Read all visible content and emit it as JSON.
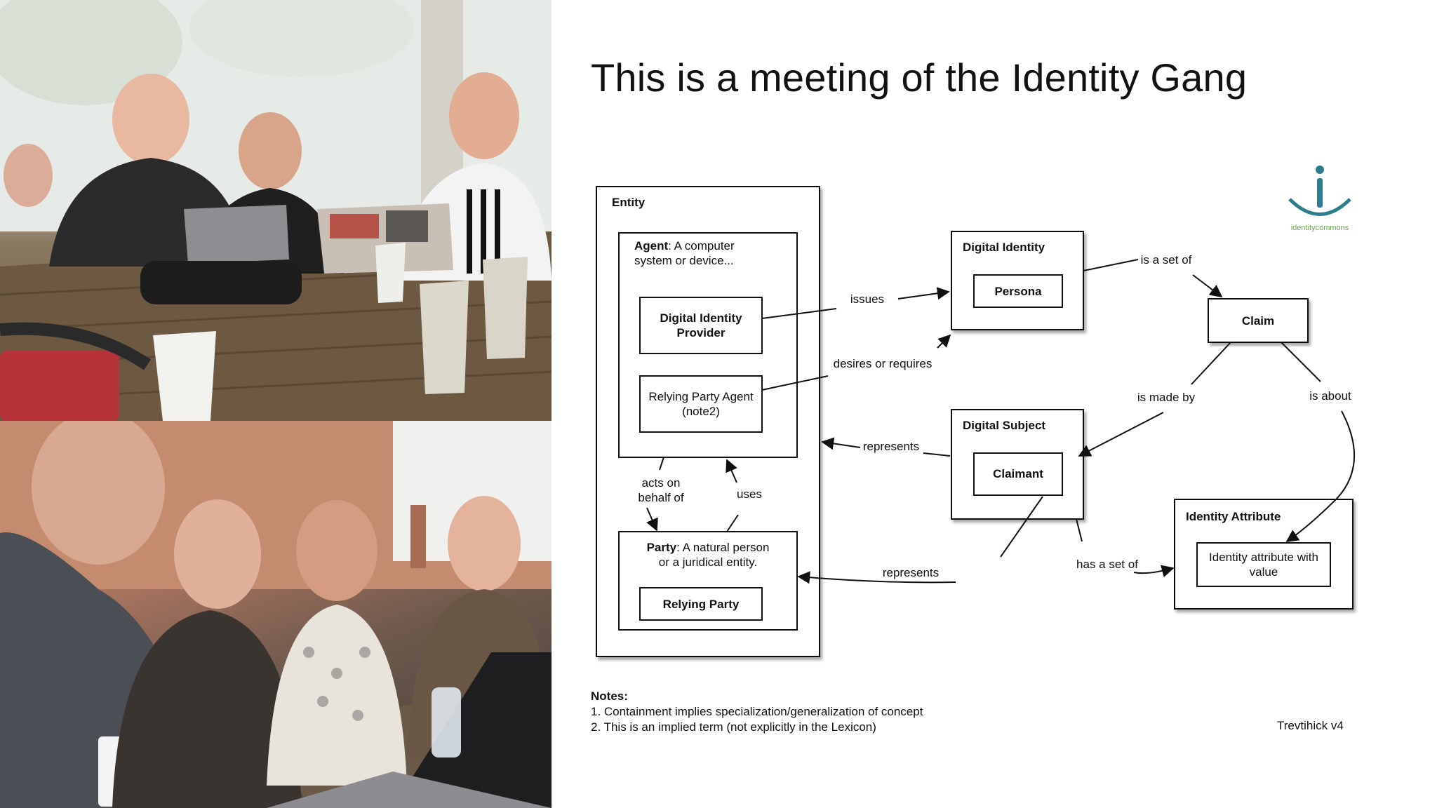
{
  "slide": {
    "title": "This is a meeting of the Identity Gang"
  },
  "diagram": {
    "boxes": {
      "entity": "Entity",
      "agent_bold": "Agent",
      "agent_rest1": ": A computer",
      "agent_rest2": "system or device...",
      "dip_line1": "Digital Identity",
      "dip_line2": "Provider",
      "rpa_line1": "Relying Party Agent",
      "rpa_line2": "(note2)",
      "party_bold": "Party",
      "party_rest1": ": A natural person",
      "party_rest2": "or a juridical entity.",
      "relying_party": "Relying Party",
      "digital_identity": "Digital Identity",
      "persona": "Persona",
      "claim": "Claim",
      "digital_subject": "Digital Subject",
      "claimant": "Claimant",
      "identity_attribute": "Identity Attribute",
      "ia_value_line1": "Identity attribute with",
      "ia_value_line2": "value"
    },
    "relations": {
      "issues": "issues",
      "desires": "desires or requires",
      "is_a_set_of": "is a set of",
      "is_made_by": "is made by",
      "is_about": "is about",
      "represents_upper": "represents",
      "represents_lower": "represents",
      "has_a_set_of": "has a set of",
      "acts_on_line1": "acts on",
      "acts_on_line2": "behalf of",
      "uses": "uses"
    },
    "logo_text": "identitycommons",
    "logo_color": "#2e7d8c",
    "logo_text_color": "#6aa84f"
  },
  "notes": {
    "title": "Notes:",
    "line1": "1. Containment implies specialization/generalization of concept",
    "line2": "2. This is an implied term (not explicitly in the Lexicon)"
  },
  "credit": "Trevtihick v4"
}
